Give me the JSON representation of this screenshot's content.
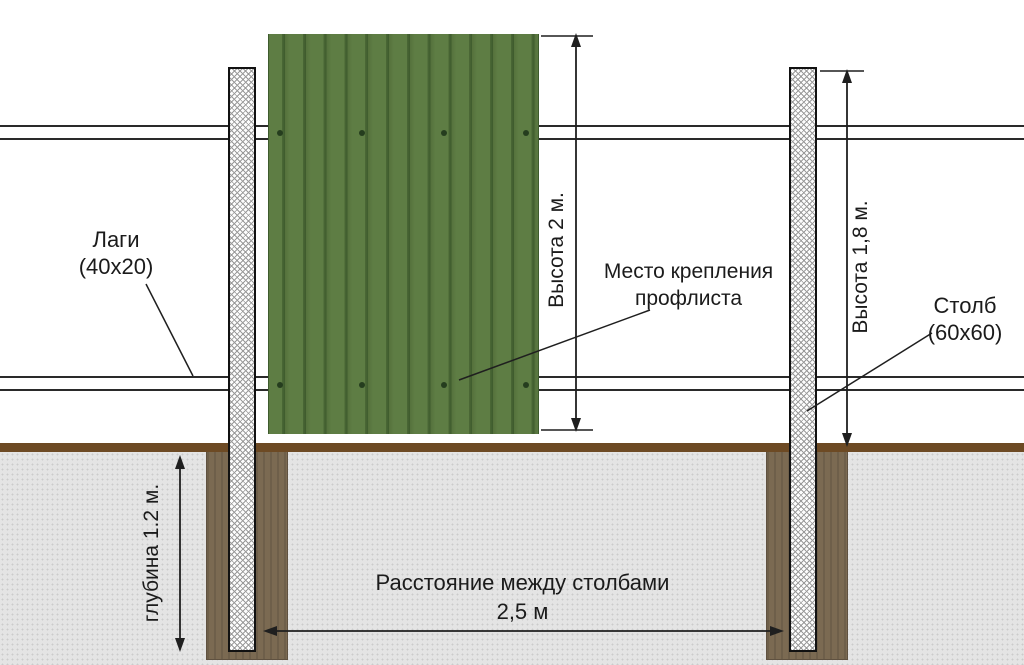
{
  "annotations": {
    "rails": {
      "line1": "Лаги",
      "line2": "(40х20)"
    },
    "attachment": {
      "line1": "Место крепления",
      "line2": "профлиста"
    },
    "post": {
      "line1": "Столб",
      "line2": "(60х60)"
    },
    "panel_height": "Высота 2 м.",
    "post_height": "Высота 1,8 м.",
    "depth": "глубина 1.2 м.",
    "spacing": {
      "line1": "Расстояние между столбами",
      "line2": "2,5 м"
    }
  },
  "colors": {
    "sheet_green": "#5e7d44",
    "sheet_ridge_dark": "#3e5b2d",
    "ground_line_brown": "#6d4a24",
    "footing_brown": "#7b6a52",
    "soil_gray": "#e4e4e4",
    "dimension_black": "#1f1f1f"
  }
}
